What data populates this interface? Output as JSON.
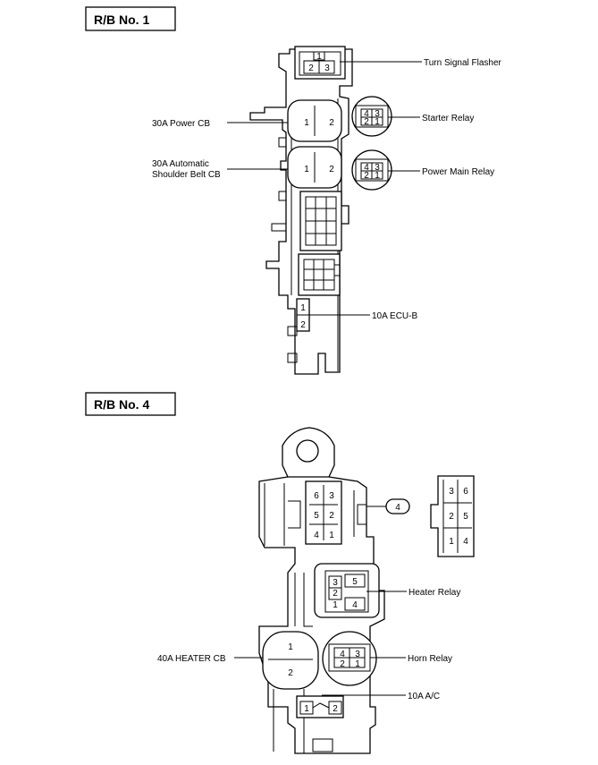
{
  "rb1": {
    "title": "R/B  No.  1",
    "labels": {
      "turn_signal_flasher": "Turn Signal Flasher",
      "starter_relay": "Starter Relay",
      "power_cb": "30A Power CB",
      "auto_belt_cb_line1": "30A Automatic",
      "auto_belt_cb_line2": "Shoulder Belt CB",
      "power_main_relay": "Power Main Relay",
      "ecu_b": "10A ECU-B"
    },
    "pins": {
      "flasher": [
        "1",
        "2",
        "3"
      ],
      "starter": [
        "4",
        "3",
        "2",
        "1"
      ],
      "cb1": [
        "1",
        "2"
      ],
      "cb2": [
        "1",
        "2"
      ],
      "power_main": [
        "4",
        "3",
        "2",
        "1"
      ],
      "ecu_b": [
        "1",
        "2"
      ]
    }
  },
  "rb4": {
    "title": "R/B  No.  4",
    "labels": {
      "connector_tag": "4",
      "heater_relay": "Heater Relay",
      "heater_cb": "40A HEATER CB",
      "horn_relay": "Horn Relay",
      "ac": "10A  A/C"
    },
    "pins": {
      "block": [
        "6",
        "3",
        "5",
        "2",
        "4",
        "1"
      ],
      "connector": [
        "3",
        "6",
        "2",
        "5",
        "1",
        "4"
      ],
      "heater": [
        "5",
        "3",
        "2",
        "1",
        "4"
      ],
      "heater_cb": [
        "1",
        "2"
      ],
      "horn": [
        "4",
        "3",
        "2",
        "1"
      ],
      "ac": [
        "1",
        "2"
      ]
    }
  }
}
